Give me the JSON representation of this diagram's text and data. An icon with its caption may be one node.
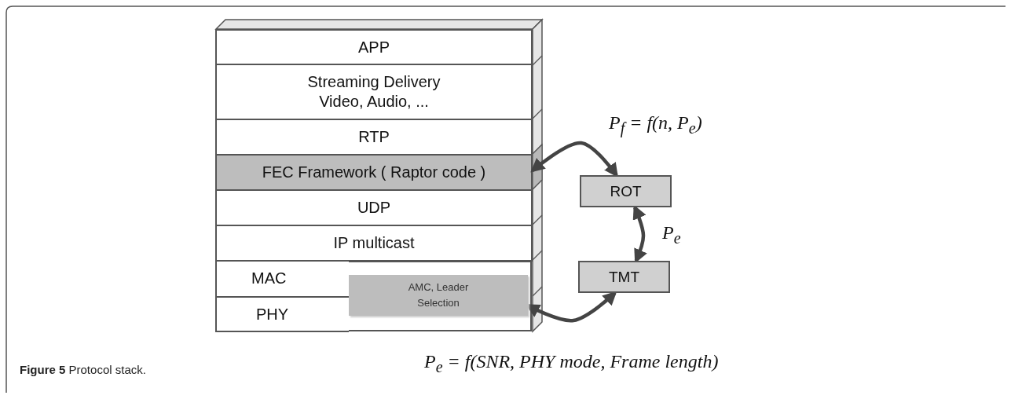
{
  "diagram": {
    "caption": "**Figure 5** Protocol stack.",
    "nodes": [
      {
        "text": [
          "APP"
        ]
      },
      {
        "text": [
          "Streaming Delivery Video, Audio, ..."
        ]
      },
      {
        "text": [
          "RTP"
        ]
      },
      {
        "text": [
          "FEC Framework ( Raptor code )"
        ]
      },
      {
        "text": [
          "UDP"
        ]
      },
      {
        "text": [
          "IP multicast"
        ]
      },
      {
        "text": [
          "MAC"
        ]
      },
      {
        "text": [
          "PHY"
        ]
      },
      {
        "text": [
          "AMC, Leader Selection"
        ]
      },
      {
        "text": [
          "ROT"
        ]
      },
      {
        "text": [
          "TMT"
        ]
      }
    ],
    "edges": [
      {
        "from": 3,
        "to": 9,
        "arrow": "both",
        "label": "P$_{f}$ = f(n, P$_{e}$)"
      },
      {
        "from": 9,
        "to": 10,
        "arrow": "both",
        "label": "P$_{e}$"
      },
      {
        "from": 10,
        "to": 8,
        "arrow": "both",
        "label": "P$_{e}$ = f(SNR, PHY mode, Frame length)"
      }
    ]
  }
}
